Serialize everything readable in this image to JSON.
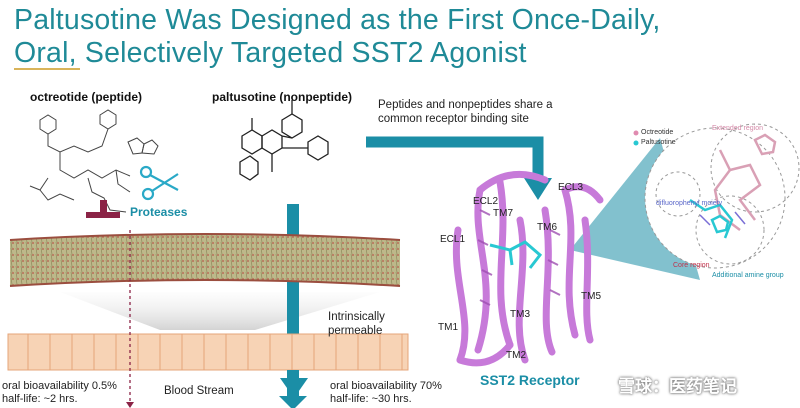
{
  "slide": {
    "title_line1": "Paltusotine Was Designed as the First Once-Daily,",
    "title_line2_underlined": "Oral",
    "title_line2_rest": ", Selectively Targeted SST2 Agonist"
  },
  "left_panel": {
    "octreotide_label": "octreotide (peptide)",
    "paltusotine_label": "paltusotine (nonpeptide)",
    "proteases_label": "Proteases",
    "intrinsically_label_line1": "Intrinsically",
    "intrinsically_label_line2": "permeable",
    "blood_stream_label": "Blood Stream",
    "octreotide_bioavailability": "oral bioavailability 0.5%",
    "octreotide_half_life": "half-life: ~2 hrs.",
    "paltusotine_bioavailability": "oral bioavailability 70%",
    "paltusotine_half_life": "half-life: ~30 hrs."
  },
  "right_panel": {
    "binding_site_line1": "Peptides and nonpeptides share a",
    "binding_site_line2": "common receptor binding site",
    "receptor_label": "SST2 Receptor",
    "helix_labels": [
      "ECL3",
      "ECL2",
      "TM7",
      "TM6",
      "ECL1",
      "TM5",
      "TM3",
      "TM1",
      "TM2"
    ],
    "legend": [
      "Octreotide",
      "Paltusotine"
    ],
    "annotations": {
      "extended_region": "Extended region",
      "phenyl_moiety": "difluorophenyl moiety",
      "core_region": "Core region",
      "amine_group": "Additional amine group"
    }
  },
  "watermark": "雪球：医药笔记",
  "colors": {
    "title_teal": "#1f8a97",
    "accent_teal": "#1b8ea6",
    "underline_gold": "#d9b45a",
    "block_maroon": "#8b2346",
    "receptor_magenta": "#c77ad9",
    "ligand_cyan": "#28c8d2",
    "cell_peach": "#f7d3b5"
  }
}
